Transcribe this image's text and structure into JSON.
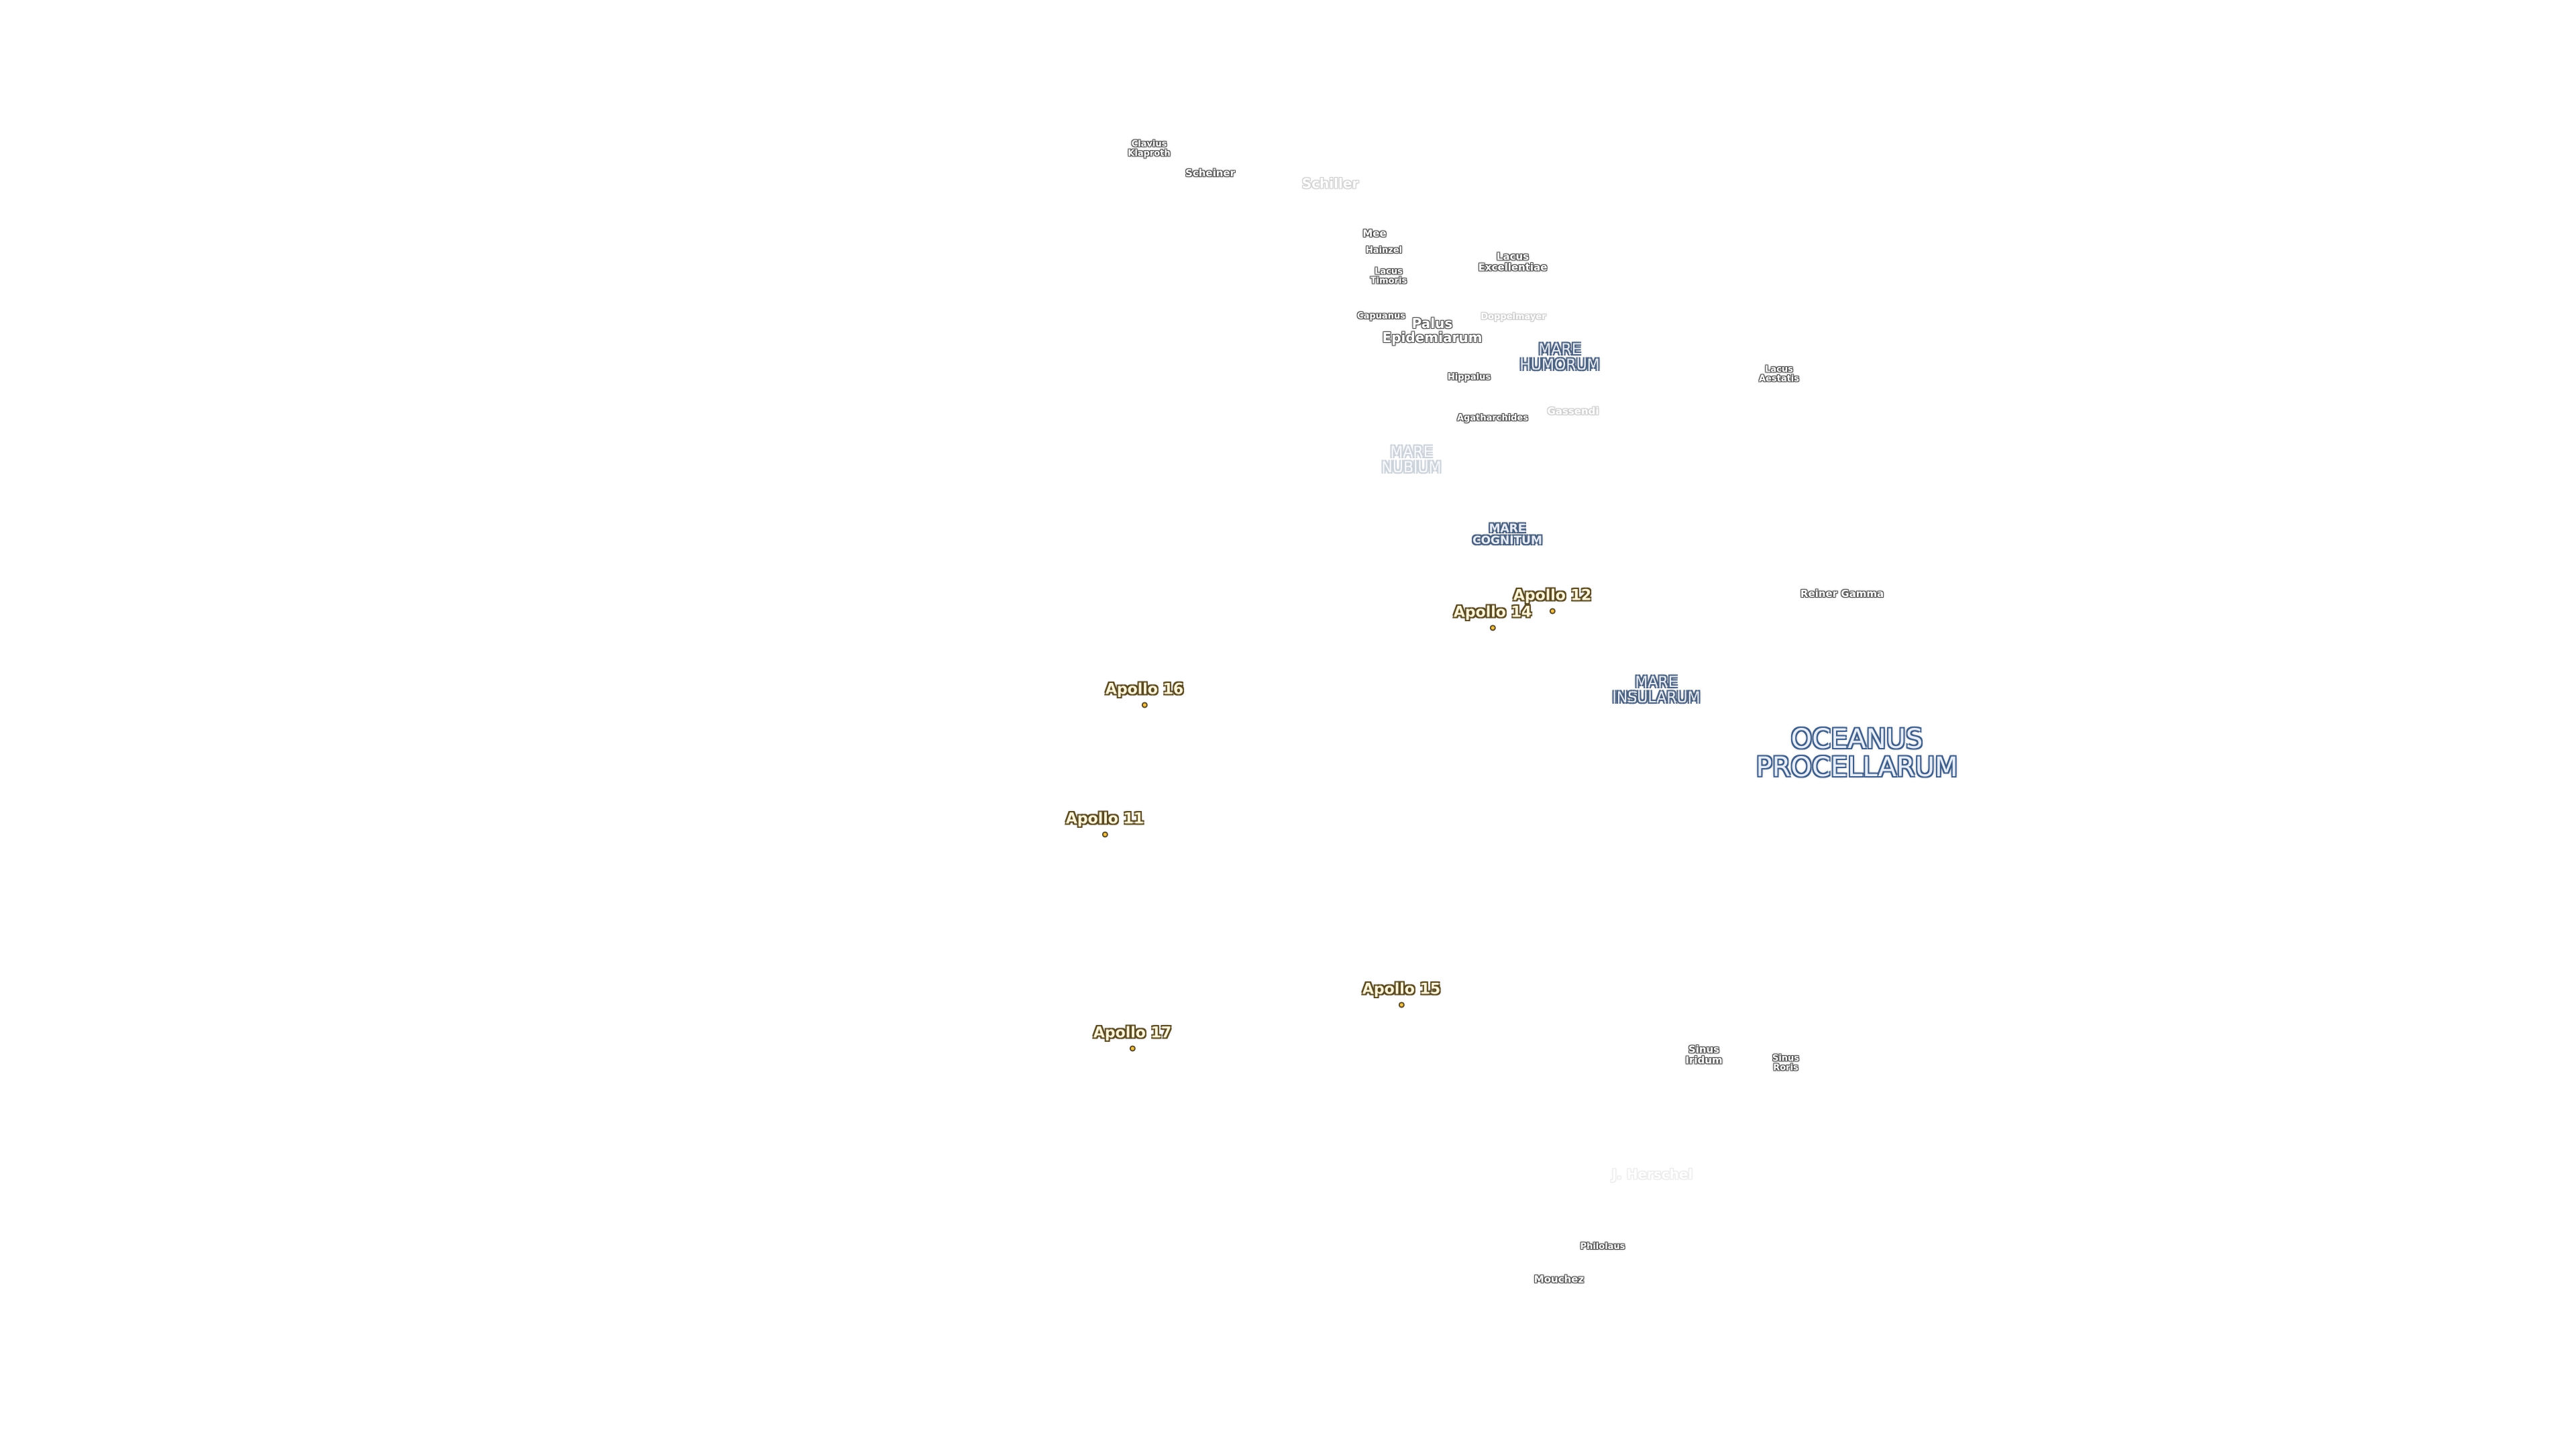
{
  "map": {
    "features": {
      "clavius_klaproth": "Clavius\nKlaproth",
      "scheiner": "Scheiner",
      "schiller": "Schiller",
      "mee": "Mee",
      "hainzel": "Hainzel",
      "lacus_timoris": "Lacus\nTimoris",
      "lacus_excellentiae": "Lacus\nExcellentiae",
      "capuanus": "Capuanus",
      "palus_epidemiarum": "Palus\nEpidemiarum",
      "doppelmayer": "Doppelmayer",
      "mare_humorum": "MARE\nHUMORUM",
      "lacus_aestatis": "Lacus\nAestatis",
      "hippalus": "Hippalus",
      "agatharchides": "Agatharchides",
      "gassendi": "Gassendi",
      "mare_nubium": "MARE\nNUBIUM",
      "mare_cognitum": "MARE\nCOGNITUM",
      "reiner_gamma": "Reiner Gamma",
      "mare_insularum": "MARE\nINSULARUM",
      "oceanus_procellarum": "OCEANUS\nPROCELLARUM",
      "sinus_iridum": "Sinus\nIridum",
      "sinus_roris": "Sinus\nRoris",
      "herschel": "J. Herschel",
      "philolaus": "Philolaus",
      "mouchez": "Mouchez"
    },
    "landing_sites": {
      "apollo_12": "Apollo 12",
      "apollo_14": "Apollo 14",
      "apollo_16": "Apollo 16",
      "apollo_11": "Apollo 11",
      "apollo_15": "Apollo 15",
      "apollo_17": "Apollo 17"
    },
    "colors": {
      "background": "#ffffff",
      "feature_label": "#ffffff",
      "mare_label": "#e8eef8",
      "apollo_label": "#fff6da",
      "apollo_marker": "#f3c24b"
    },
    "icons": {
      "landing_marker": "pin-icon"
    }
  }
}
